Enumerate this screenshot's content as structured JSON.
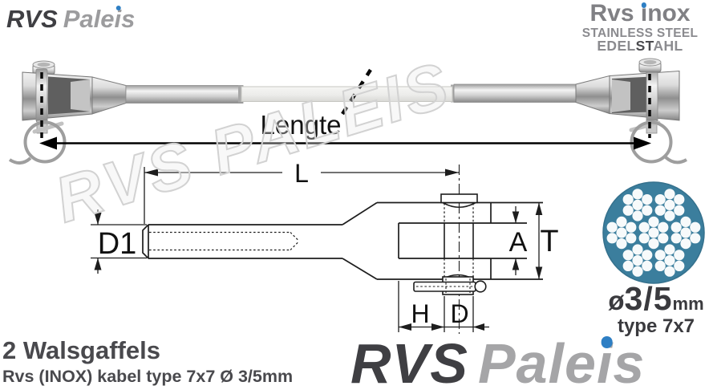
{
  "brand_top_left": {
    "primary": "RVS",
    "secondary_pre": "Pale",
    "secondary_i": "i",
    "secondary_post": "s"
  },
  "brand_top_right": {
    "line1_pre": "Rvs ",
    "line1_i": "i",
    "line1_post": "nox",
    "line2": "STAINLESS STEEL",
    "line3_pre": "EDEL",
    "line3_mid": "ST",
    "line3_post": "AHL"
  },
  "watermark": {
    "text": "RVS PALEIS"
  },
  "photo": {
    "length_label": "Lengte"
  },
  "drawing": {
    "labels": {
      "overall_length": "L",
      "stud_diameter": "D1",
      "jaw_width": "A",
      "fork_height": "T",
      "jaw_depth": "H",
      "pin_diameter": "D"
    }
  },
  "cross_section": {
    "diameter_symbol": "ø",
    "diameter_value": "3/5",
    "diameter_unit": "mm",
    "cable_type": "type 7x7",
    "circle_color": "#3b7e9d"
  },
  "product": {
    "title": "2 Walsgaffels",
    "subtitle": "Rvs (INOX) kabel type 7x7 Ø 3/5mm"
  },
  "brand_bottom_right": {
    "primary": "RVS",
    "secondary_pre": "Pale",
    "secondary_i": "i",
    "secondary_post": "s"
  },
  "colors": {
    "accent_blue": "#2e7fc4",
    "logo_dark": "#3f3f43",
    "logo_gray": "#a5a5a7",
    "text_dark": "#47474b",
    "steel_blue": "#3b7e9d"
  }
}
